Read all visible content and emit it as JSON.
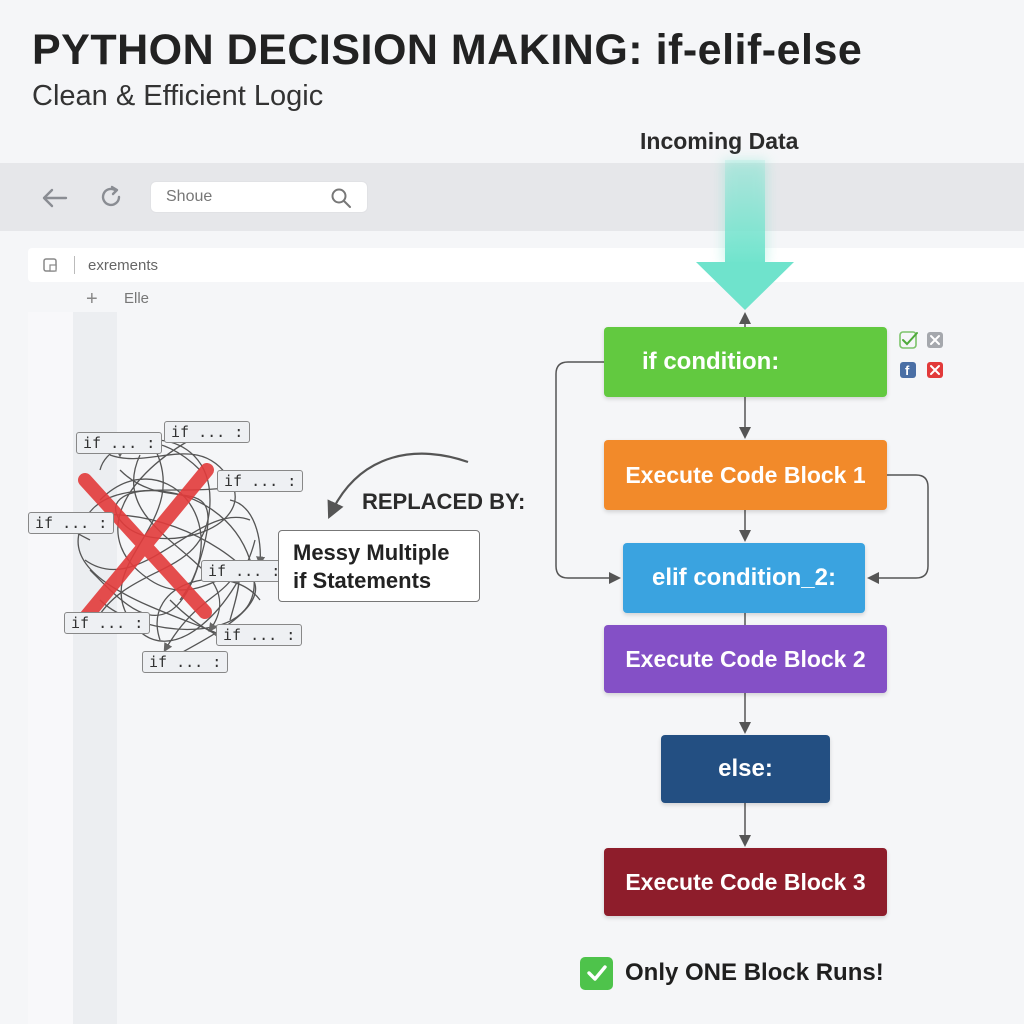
{
  "header": {
    "title": "PYTHON DECISION MAKING: if-elif-else",
    "subtitle": "Clean & Efficient Logic"
  },
  "incoming_label": "Incoming Data",
  "browser": {
    "search_text": "Shoue",
    "address_text": "exrements",
    "tab_label": "Elle"
  },
  "messy": {
    "box_line1": "Messy Multiple",
    "box_line2": "if Statements",
    "replaced_label": "REPLACED BY:",
    "if_tag": "if ... :"
  },
  "flow": {
    "if_label": "if condition:",
    "block1": "Execute Code Block 1",
    "elif_label": "elif condition_2:",
    "block2": "Execute Code Block 2",
    "else_label": "else:",
    "block3": "Execute Code Block 3"
  },
  "result": "Only ONE Block Runs!",
  "colors": {
    "if": "#62c940",
    "block1": "#f28a2a",
    "elif": "#3aa3e0",
    "block2": "#8450c6",
    "else": "#234f82",
    "block3": "#8e1d2b",
    "incoming_arrow": "#6fe3cc",
    "cross": "#e33b3b"
  },
  "icons": [
    "back-arrow-icon",
    "reload-icon",
    "search-icon",
    "document-icon",
    "plus-icon",
    "check-icon",
    "close-icon",
    "facebook-icon"
  ]
}
